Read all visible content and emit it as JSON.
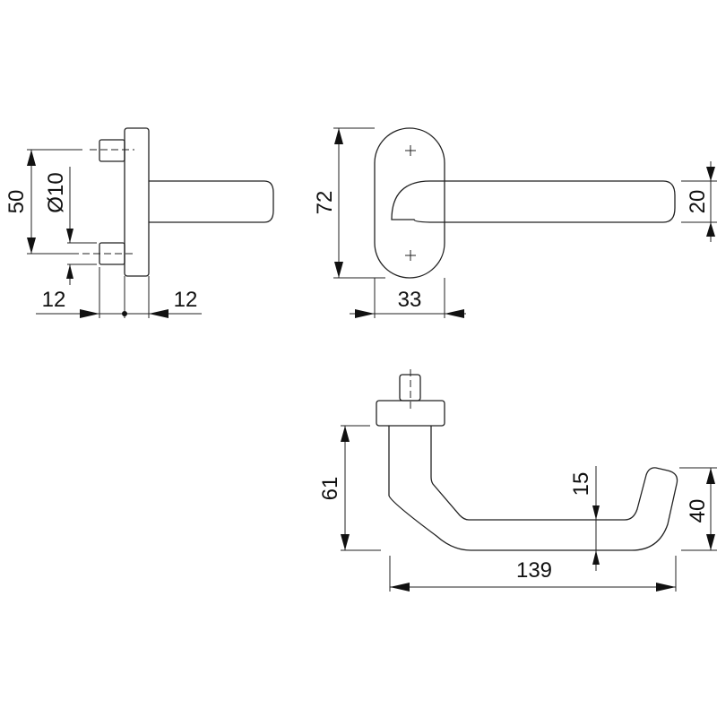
{
  "title": "Lever handle dimension drawing",
  "side_view": {
    "pitch": "50",
    "spindle_diameter": "Ø10",
    "left_offset": "12",
    "right_offset": "12"
  },
  "front_view": {
    "rose_height": "72",
    "rose_width": "33",
    "lever_thickness": "20"
  },
  "top_view": {
    "height": "61",
    "grip_thickness": "15",
    "tip_height": "40",
    "length": "139"
  }
}
